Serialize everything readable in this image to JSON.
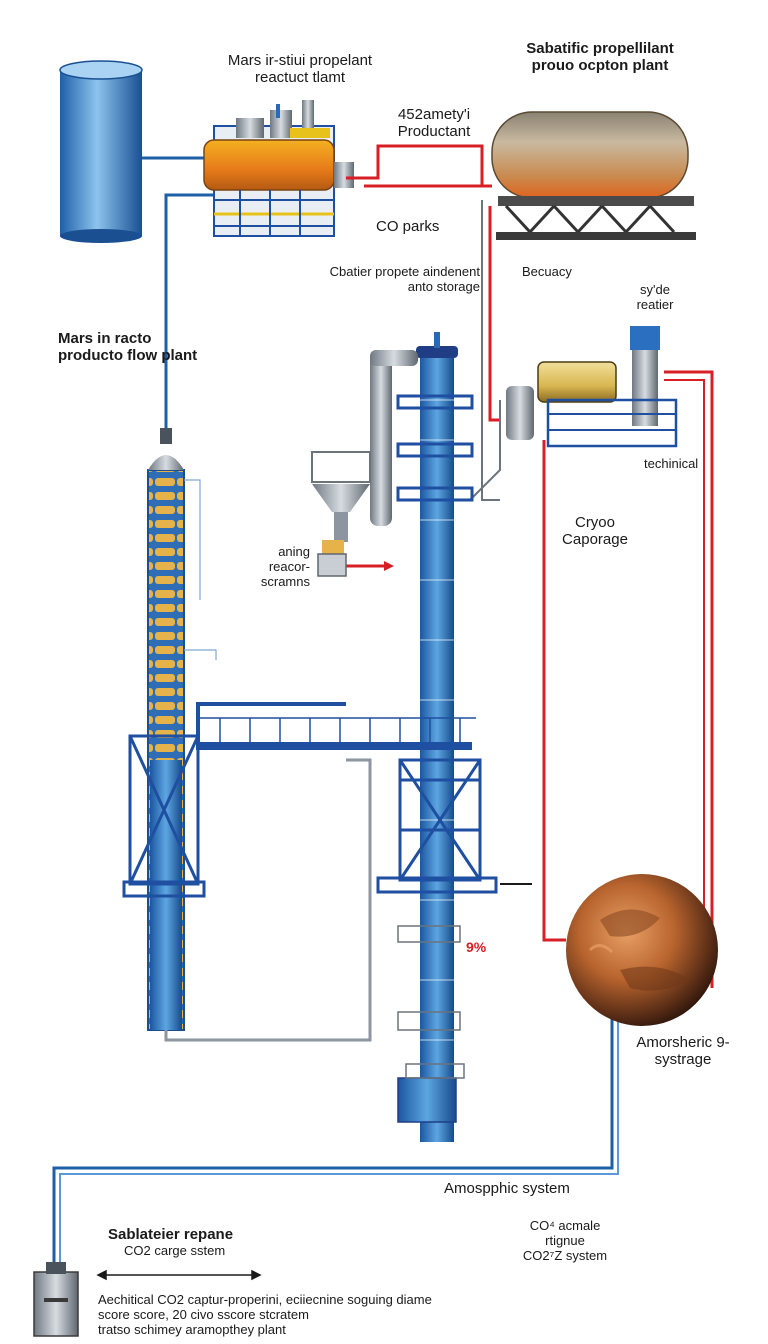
{
  "labels": {
    "top_center": [
      "Mars ir-stiui propelant",
      "reactuct tlamt"
    ],
    "top_right": [
      "Sabatific propellilant",
      "prouo ocpton plant"
    ],
    "product": [
      "452amety'i",
      "Productant"
    ],
    "co_parks": "CO parks",
    "clatier": [
      "Cbatier propete aindenent",
      "anto storage"
    ],
    "becuacy": "Becuacy",
    "reactier": [
      "sy'de",
      "reatier"
    ],
    "mars_flow": [
      "Mars in racto",
      "producto flow plant"
    ],
    "technical": "techinical",
    "cryoo": [
      "Cryoo",
      "Caporage"
    ],
    "aning": [
      "aning",
      "reacor-",
      "scramns"
    ],
    "percent": "9%",
    "amorsheric": [
      "Amorsheric 9-",
      "systrage"
    ],
    "amospphic": "Amospphic system",
    "sablateier": "Sablateier repane",
    "co2_carge": "CO2 carge sstem",
    "co4": [
      "CO⁴ acmale",
      "rtignue",
      "CO2⁷Z system"
    ],
    "bottom_caption": [
      "Aechitical CO2 captur-properini, eciiecnine soguing diame",
      "score score, 20 civo sscore stcratem",
      "tratso schimey aramopthey plant"
    ]
  },
  "colors": {
    "pipe_blue": "#1e5fa8",
    "frame_blue": "#1f4fa0",
    "pipe_red": "#d81f26",
    "steel": "#9aa3ad",
    "mars": "#b8642e"
  }
}
